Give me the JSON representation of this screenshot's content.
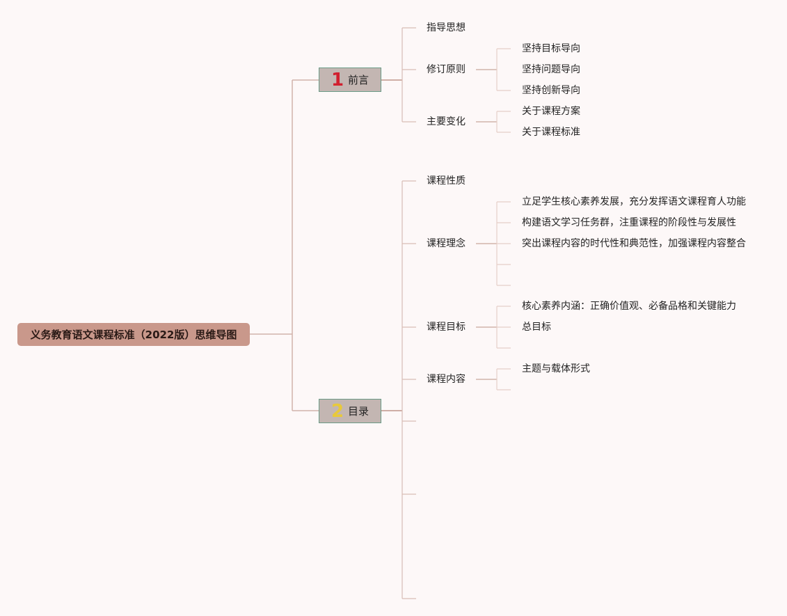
{
  "root": {
    "title": "义务教育语文课程标准（2022版）思维导图"
  },
  "branches": [
    {
      "number": "1",
      "number_color": "#d1202f",
      "label": "前言",
      "items": [
        {
          "label": "指导思想"
        },
        {
          "label": "修订原则",
          "children": [
            "坚持目标导向",
            "坚持问题导向",
            "坚持创新导向"
          ]
        },
        {
          "label": "主要变化",
          "children": [
            "关于课程方案",
            "关于课程标准"
          ]
        }
      ]
    },
    {
      "number": "2",
      "number_color": "#e8c93a",
      "label": "目录",
      "items": [
        {
          "label": "课程性质"
        },
        {
          "label": "课程理念",
          "children": [
            "立足学生核心素养发展，充分发挥语文课程育人功能",
            "构建语文学习任务群，注重课程的阶段性与发展性",
            "突出课程内容的时代性和典范性，加强课程内容整合",
            "",
            ""
          ]
        },
        {
          "label": "课程目标",
          "children": [
            "核心素养内涵：正确价值观、必备品格和关键能力",
            "总目标",
            ""
          ]
        },
        {
          "label": "课程内容",
          "children": [
            "主题与载体形式",
            ""
          ]
        },
        {
          "label": ""
        },
        {
          "label": ""
        },
        {
          "label": ""
        }
      ]
    }
  ],
  "colors": {
    "background": "#fdf8f8",
    "root_fill": "#c9988b",
    "branch_fill": "#c3b6b2",
    "branch_border": "#6a9a86",
    "line_main": "#d2b3aa",
    "line_dark": "#c0958a",
    "line_light": "#e6cfc8"
  }
}
